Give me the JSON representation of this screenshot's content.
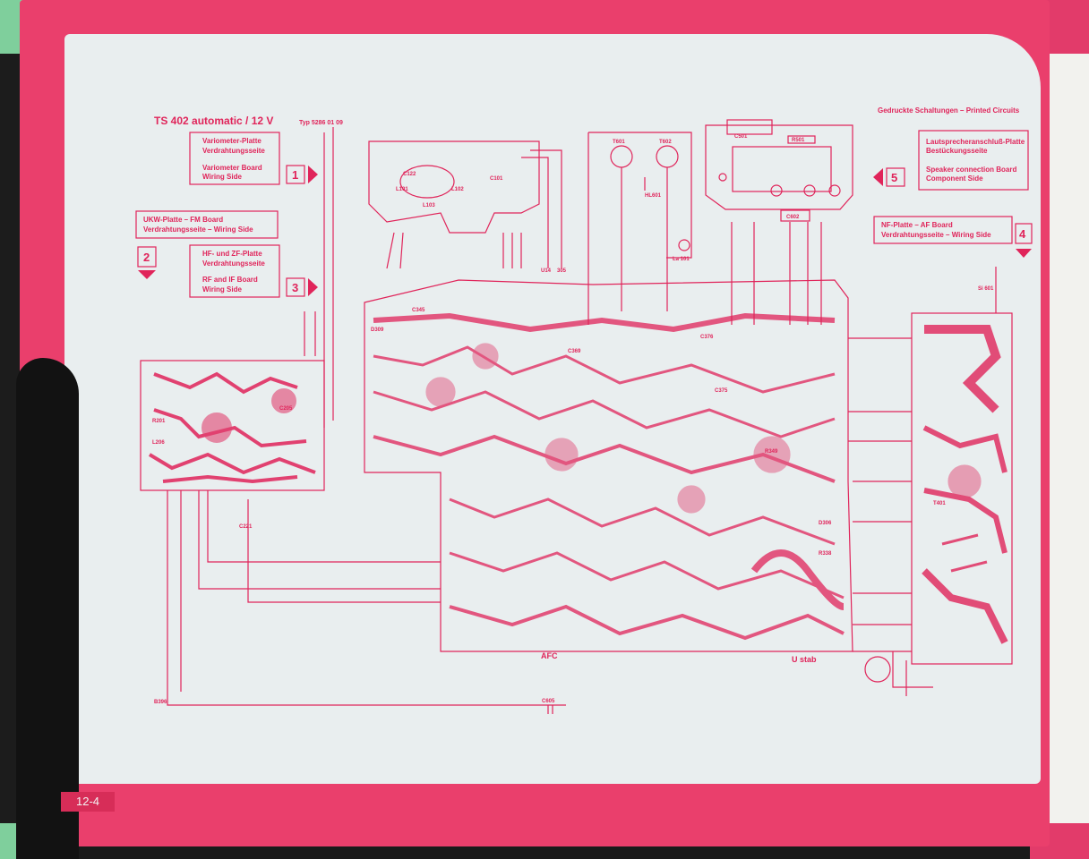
{
  "title": "TS 402 automatic / 12 V",
  "type_label": "Typ  5286 01 09",
  "header_right": "Gedruckte Schaltungen – Printed Circuits",
  "page_number": "12-4",
  "colors": {
    "ink": "#e0245a",
    "paper": "#e9eeef",
    "frame": "#ea3f6c"
  },
  "labels": {
    "board1_de_1": "Variometer-Platte",
    "board1_de_2": "Verdrahtungsseite",
    "board1_en_1": "Variometer Board",
    "board1_en_2": "Wiring Side",
    "board1_num": "1",
    "board2_de": "UKW-Platte – FM Board",
    "board2_en": "Verdrahtungsseite – Wiring Side",
    "board2_num": "2",
    "board3_de_1": "HF- und ZF-Platte",
    "board3_de_2": "Verdrahtungsseite",
    "board3_en_1": "RF and IF Board",
    "board3_en_2": "Wiring Side",
    "board3_num": "3",
    "board4_de": "NF-Platte – AF Board",
    "board4_en": "Verdrahtungsseite – Wiring Side",
    "board4_num": "4",
    "board5_de_1": "Lautsprecheranschluß-Platte",
    "board5_de_2": "Bestückungsseite",
    "board5_en_1": "Speaker connection Board",
    "board5_en_2": "Component Side",
    "board5_num": "5"
  },
  "components": {
    "c501": "C501",
    "r501": "R501",
    "c602": "C602",
    "t601": "T601",
    "t602": "T602",
    "hl601": "HL601",
    "la101": "La 101",
    "c605": "C605",
    "b396": "B396",
    "u14": "U14",
    "v305": "305",
    "c221": "C221",
    "si601": "Si 601",
    "ustab": "U stab",
    "afc": "AFC",
    "c345": "C345",
    "c369": "C369",
    "c375": "C375",
    "c376": "C376",
    "r338": "R338",
    "r349": "R349",
    "d306": "D306",
    "d309": "D309",
    "t401": "T401",
    "l101": "L101",
    "l102": "L102",
    "l103": "L103",
    "c101": "C101",
    "c122": "C122",
    "r201": "R201",
    "l206": "L206",
    "c205": "C205"
  }
}
